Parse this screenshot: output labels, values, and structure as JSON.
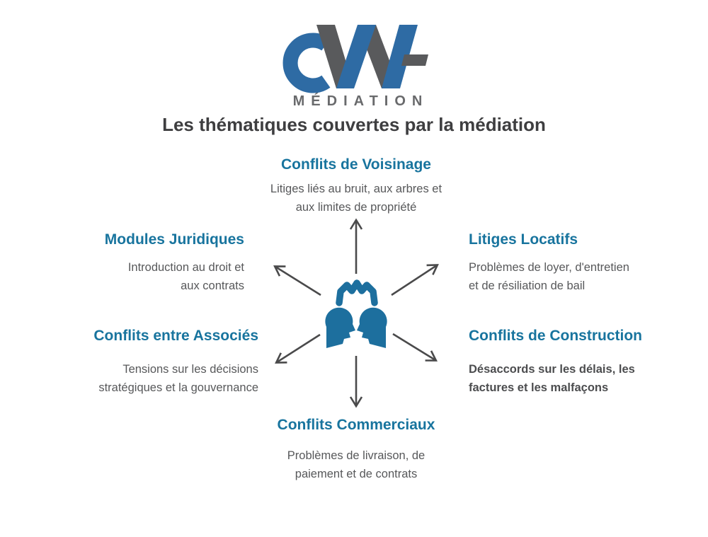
{
  "logo": {
    "brand": "CW-",
    "subtitle": "MÉDIATION"
  },
  "title": "Les thématiques couvertes par la médiation",
  "topics": [
    {
      "id": "voisinage",
      "heading": "Conflits de Voisinage",
      "description": "Litiges liés au bruit, aux arbres et aux limites de propriété"
    },
    {
      "id": "juridiques",
      "heading": "Modules Juridiques",
      "description": "Introduction au droit et aux contrats"
    },
    {
      "id": "locatifs",
      "heading": "Litiges Locatifs",
      "description": "Problèmes de loyer, d'entretien et de résiliation de bail"
    },
    {
      "id": "associes",
      "heading": "Conflits entre Associés",
      "description": "Tensions sur les décisions stratégiques et la gouvernance"
    },
    {
      "id": "construction",
      "heading": "Conflits de Construction",
      "description": "Désaccords sur les délais, les factures et les malfaçons"
    },
    {
      "id": "commerciaux",
      "heading": "Conflits Commerciaux",
      "description": "Problèmes de livraison, de paiement et de contrats"
    }
  ],
  "hub": {
    "icon": "two-heads-facing-with-gear-icon",
    "arrow_directions": [
      "up",
      "upper-left",
      "upper-right",
      "lower-left",
      "lower-right",
      "down"
    ]
  },
  "colors": {
    "brand_blue": "#2e6ba4",
    "brand_gray": "#595a5c",
    "heading_blue": "#18749e",
    "icon_blue": "#1d6f9e",
    "title_gray": "#3e3e40",
    "body_gray": "#57585a",
    "body_bold_gray": "#4c4d4f",
    "arrow_gray": "#4a4a4b"
  }
}
